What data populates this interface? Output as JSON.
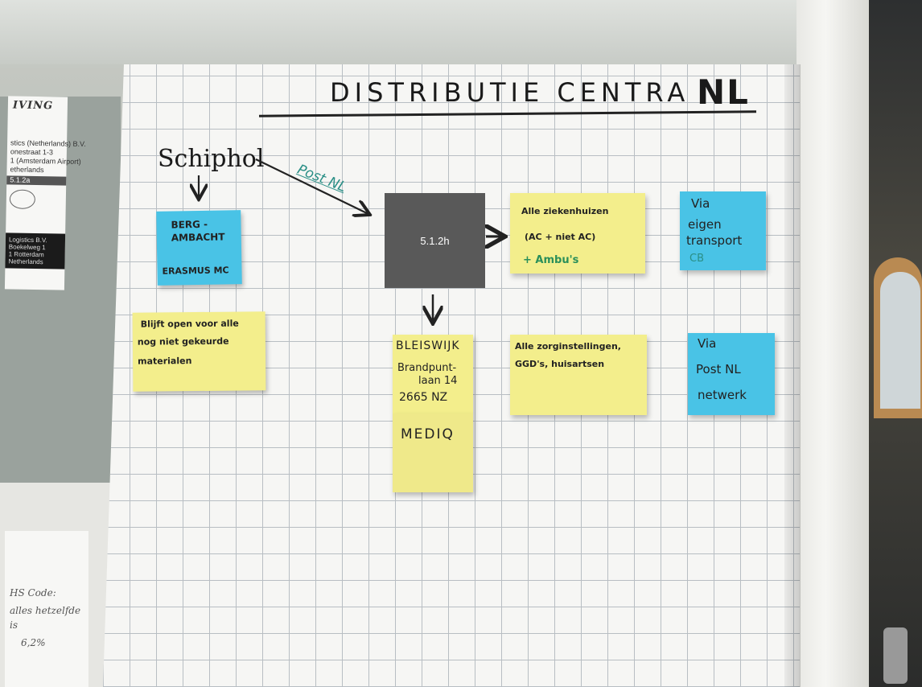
{
  "chart_title": "DISTRIBUTIE CENTRA",
  "chart_title_suffix": "NL",
  "origin_label": "Schiphol",
  "route_label": "Post NL",
  "center_box_label": "5.1.2h",
  "notes": {
    "berg": {
      "line1": "BERG -",
      "line2": "AMBACHT",
      "line3": "ERASMUS MC"
    },
    "blijft": {
      "line1": "Blijft open voor alle",
      "line2": "nog niet gekeurde",
      "line3": "materialen"
    },
    "alle_zieken": {
      "line1": "Alle ziekenhuizen",
      "line2": "(AC + niet AC)",
      "line3": "+ Ambu's"
    },
    "via_eigen": {
      "line1": "Via",
      "line2": "eigen",
      "line3": "transport",
      "line4": "CB"
    },
    "bleiswijk": {
      "line1": "BLEISWIJK",
      "line2": "Brandpunt-",
      "line3": "laan 14",
      "line4": "2665 NZ"
    },
    "mediq": {
      "line1": "MEDIQ"
    },
    "alle_zorg": {
      "line1": "Alle zorginstellingen,",
      "line2": "GGD's, huisartsen"
    },
    "via_postnl": {
      "line1": "Via",
      "line2": "Post NL",
      "line3": "netwerk"
    }
  },
  "left_paper": {
    "heading": "IVING",
    "lines": [
      "stics (Netherlands) B.V.",
      "onestraat 1-3",
      "1 (Amsterdam Airport)",
      "etherlands"
    ],
    "code": "5.1.2a",
    "address": [
      "Logistics B.V.",
      "Boekelweg 1",
      "1 Rotterdam",
      "Netherlands"
    ]
  },
  "bottom_paper": {
    "lines": [
      "HS Code:",
      "alles hetzelfde is",
      "6,2%"
    ]
  },
  "colors": {
    "yellow_note": "#f3ee8c",
    "blue_note": "#49c3e6",
    "center_box": "#595959",
    "teal_ink": "#2a8f86"
  }
}
